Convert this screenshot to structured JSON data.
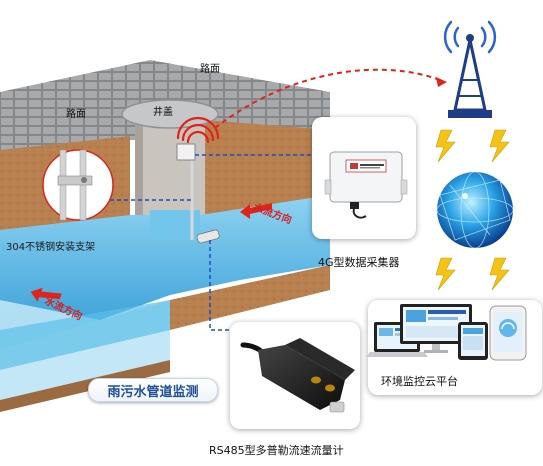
{
  "labels": {
    "road_top": "路面",
    "road_left": "路面",
    "manhole_cover": "井盖",
    "bracket": "304不锈钢安装支架",
    "flow_direction_right": "水流方向",
    "flow_direction_left": "水流方向",
    "collector": "4G型数据采集器",
    "platform": "环境监控云平台",
    "monitoring_badge": "雨污水管道监测",
    "flowmeter": "RS485型多普勒流速流量计"
  },
  "colors": {
    "water": "#4fb3e0",
    "soil": "#b77c4e",
    "pavement": "#8d9093",
    "signal_red": "#e0241c",
    "dashed_blue": "#1b4fc4",
    "lightning": "#f3c417",
    "badge_text": "#1f4f9a"
  },
  "icons": [
    "wifi-signal-icon",
    "cell-tower-icon",
    "globe-icon",
    "lightning-icon",
    "laptop-icon",
    "desktop-monitor-icon",
    "tablet-icon",
    "phone-icon"
  ]
}
